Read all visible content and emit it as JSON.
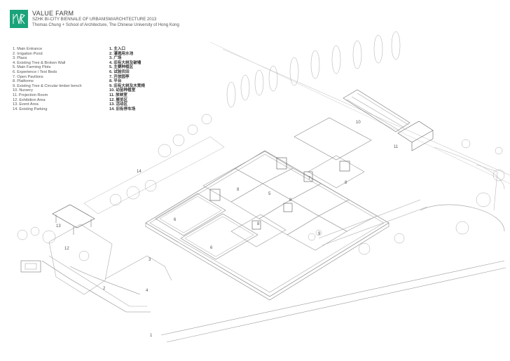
{
  "header": {
    "logo_icon": "vf-monogram-icon",
    "accent_color": "#1aa37a",
    "title": "VALUE FARM",
    "subtitle": "SZHK BI-CITY BIENNALE OF URBANISM/ARCHITECTURE 2013",
    "credits": "Thomas Chung + School of Architecture, The Chinese University of Hong Kong"
  },
  "legend": {
    "items": [
      {
        "en": "1. Main Entrance",
        "zh": "1.  主入口"
      },
      {
        "en": "2. Irrigation Pond",
        "zh": "2.  灌溉用水池"
      },
      {
        "en": "3. Plaza",
        "zh": "3.  广场"
      },
      {
        "en": "4. Existing Tree & Broken Wall",
        "zh": "4.  旧有大树及破墙"
      },
      {
        "en": "5. Main Farming Plots",
        "zh": "5.  主要种植区"
      },
      {
        "en": "6. Experience / Test Beds",
        "zh": "6.  试验农田"
      },
      {
        "en": "7. Open Pavilions",
        "zh": "7.  开放园亭"
      },
      {
        "en": "8. Platforms",
        "zh": "8.  平台"
      },
      {
        "en": "9. Existing Tree & Circular timber bench",
        "zh": "9.  旧有大树及木凳椅"
      },
      {
        "en": "10. Nursery",
        "zh": "10. 幼苗种植室"
      },
      {
        "en": "11. Projection Room",
        "zh": "11. 放映室"
      },
      {
        "en": "12. Exhibition Area",
        "zh": "12. 展览区"
      },
      {
        "en": "13. Event Area",
        "zh": "13. 活动区"
      },
      {
        "en": "14. Existing Parking",
        "zh": "14. 旧有停车场"
      }
    ]
  },
  "plan_labels": {
    "l1": "1",
    "l2": "2",
    "l3": "3",
    "l4": "4",
    "l5": "5",
    "l6a": "6",
    "l6b": "6",
    "l7": "7",
    "l8a": "8",
    "l8b": "8",
    "l8c": "8",
    "l8d": "8",
    "l9": "9",
    "l10": "10",
    "l11": "11",
    "l12": "12",
    "l13": "13",
    "l14": "14"
  }
}
